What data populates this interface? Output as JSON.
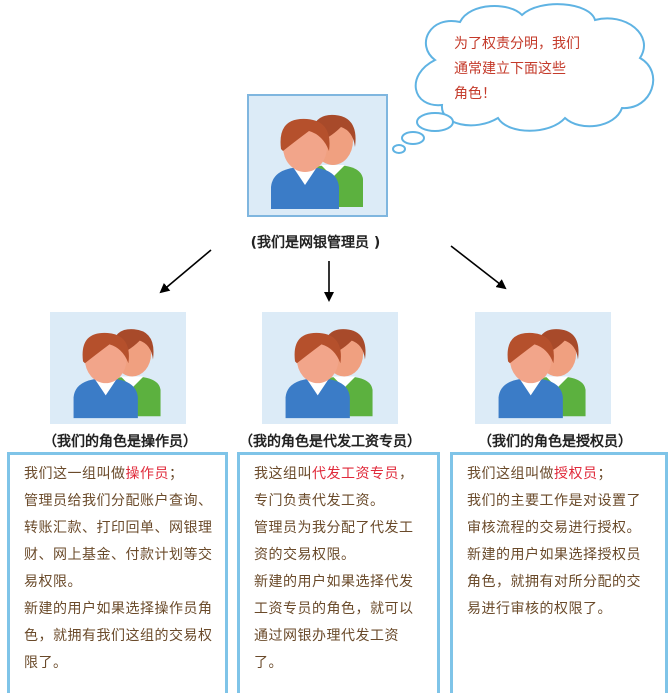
{
  "thought_bubble": {
    "lines": [
      "为了权责分明，我们",
      "通常建立下面这些",
      "角色！"
    ]
  },
  "admin": {
    "caption": "(我们是网银管理员 )"
  },
  "roles": [
    {
      "caption": "（我们的角色是操作员）",
      "paragraphs": [
        {
          "pre": "我们这一组叫做",
          "highlight": "操作员",
          "post": "；"
        },
        {
          "pre": "管理员给我们分配账户查询、转账汇款、打印回单、网银理财、网上基金、付款计划等交易权限。",
          "highlight": "",
          "post": ""
        },
        {
          "pre": "新建的用户如果选择操作员角色，就拥有我们这组的交易权限了。",
          "highlight": "",
          "post": ""
        }
      ]
    },
    {
      "caption": "（我的角色是代发工资专员）",
      "paragraphs": [
        {
          "pre": "我这组叫",
          "highlight": "代发工资专员",
          "post": "，专门负责代发工资。"
        },
        {
          "pre": "管理员为我分配了代发工资的交易权限。",
          "highlight": "",
          "post": ""
        },
        {
          "pre": "新建的用户如果选择代发工资专员的角色，就可以通过网银办理代发工资了。",
          "highlight": "",
          "post": ""
        }
      ]
    },
    {
      "caption": "（我们的角色是授权员）",
      "paragraphs": [
        {
          "pre": "我们这组叫做",
          "highlight": "授权员",
          "post": "；"
        },
        {
          "pre": "我们的主要工作是对设置了审核流程的交易进行授权。",
          "highlight": "",
          "post": ""
        },
        {
          "pre": "新建的用户如果选择授权员角色，就拥有对所分配的交易进行审核的权限了。",
          "highlight": "",
          "post": ""
        }
      ]
    }
  ],
  "colors": {
    "box_border": "#7fc4e8",
    "highlight": "#e0293a",
    "bubble_text": "#c43a2a",
    "desc_text": "#6a4a2a"
  },
  "icons": [
    "people-icon",
    "thought-bubble-icon",
    "arrow-icon"
  ]
}
